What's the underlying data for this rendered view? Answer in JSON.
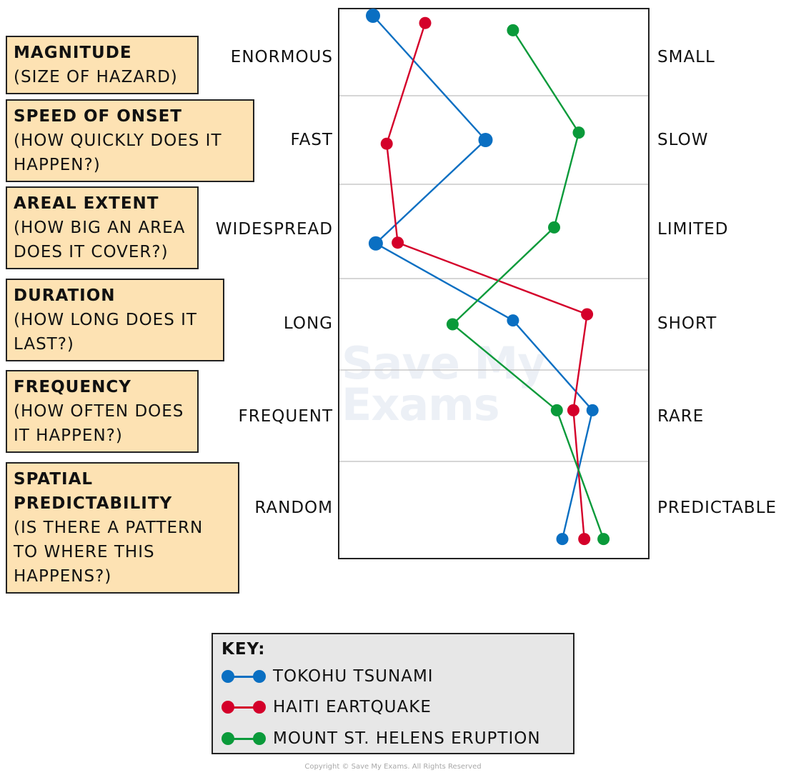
{
  "factors": [
    {
      "title": "MAGNITUDE",
      "desc": "(SIZE OF HAZARD)"
    },
    {
      "title": "SPEED OF ONSET",
      "desc": "(HOW QUICKLY DOES IT HAPPEN?)"
    },
    {
      "title": "AREAL EXTENT",
      "desc": "(HOW BIG AN AREA DOES IT COVER?)"
    },
    {
      "title": "DURATION",
      "desc": "(HOW LONG DOES IT LAST?)"
    },
    {
      "title": "FREQUENCY",
      "desc": "(HOW OFTEN DOES IT HAPPEN?)"
    },
    {
      "title": "SPATIAL PREDICTABILITY",
      "desc": "(IS THERE A PATTERN TO WHERE THIS HAPPENS?)"
    }
  ],
  "key": {
    "title": "KEY:"
  },
  "watermark": {
    "line1": "Save My",
    "line2": "Exams"
  },
  "copyright": "Copyright © Save My Exams. All Rights Reserved",
  "colors": {
    "tokohu": "#0a6fc2",
    "haiti": "#d4002a",
    "helens": "#0a9a3a",
    "box_fill": "#fde2b3",
    "key_fill": "#e7e7e7"
  },
  "chart_data": {
    "type": "line",
    "orientation": "vertical-profile",
    "title": "",
    "xlabel": "",
    "ylabel": "",
    "xlim": [
      0,
      1
    ],
    "categories": [
      "MAGNITUDE",
      "SPEED OF ONSET",
      "AREAL EXTENT",
      "DURATION",
      "FREQUENCY",
      "SPATIAL PREDICTABILITY"
    ],
    "left_labels": [
      "ENORMOUS",
      "FAST",
      "WIDESPREAD",
      "LONG",
      "FREQUENT",
      "RANDOM"
    ],
    "right_labels": [
      "SMALL",
      "SLOW",
      "LIMITED",
      "SHORT",
      "RARE",
      "PREDICTABLE"
    ],
    "series": [
      {
        "name": "TOKOHU TSUNAMI",
        "color": "#0a6fc2",
        "points": [
          {
            "category": 0,
            "value": 0.06,
            "offset": 0.0
          },
          {
            "category": 1,
            "value": 0.47,
            "offset": 0.5
          },
          {
            "category": 2,
            "value": 0.07,
            "offset": 0.65
          },
          {
            "category": 3,
            "value": 0.57,
            "offset": 0.45
          },
          {
            "category": 4,
            "value": 0.86,
            "offset": 0.43
          },
          {
            "category": 5,
            "value": 0.75,
            "offset": 0.85
          }
        ]
      },
      {
        "name": "HAITI EARTQUAKE",
        "color": "#d4002a",
        "points": [
          {
            "category": 0,
            "value": 0.25,
            "offset": 0.1
          },
          {
            "category": 1,
            "value": 0.11,
            "offset": 0.55
          },
          {
            "category": 2,
            "value": 0.15,
            "offset": 0.64
          },
          {
            "category": 3,
            "value": 0.84,
            "offset": 0.37
          },
          {
            "category": 4,
            "value": 0.79,
            "offset": 0.43
          },
          {
            "category": 5,
            "value": 0.83,
            "offset": 0.85
          }
        ]
      },
      {
        "name": "MOUNT ST. HELENS ERUPTION",
        "color": "#0a9a3a",
        "points": [
          {
            "category": 0,
            "value": 0.57,
            "offset": 0.2
          },
          {
            "category": 1,
            "value": 0.81,
            "offset": 0.4
          },
          {
            "category": 2,
            "value": 0.72,
            "offset": 0.45
          },
          {
            "category": 3,
            "value": 0.35,
            "offset": 0.5
          },
          {
            "category": 4,
            "value": 0.73,
            "offset": 0.43
          },
          {
            "category": 5,
            "value": 0.9,
            "offset": 0.85
          }
        ]
      }
    ]
  }
}
